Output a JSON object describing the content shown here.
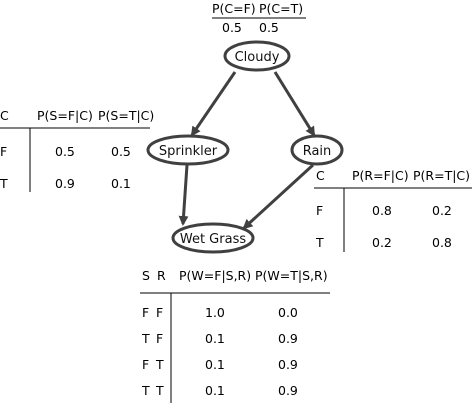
{
  "nodes": {
    "cloudy": "Cloudy",
    "sprinkler": "Sprinkler",
    "rain": "Rain",
    "wetgrass": "Wet Grass"
  },
  "cpt_cloudy": {
    "headers": [
      "P(C=F)",
      "P(C=T)"
    ],
    "values": [
      "0.5",
      "0.5"
    ]
  },
  "cpt_sprinkler": {
    "headers": [
      "C",
      "P(S=F|C)",
      "P(S=T|C)"
    ],
    "rows": [
      [
        "F",
        "0.5",
        "0.5"
      ],
      [
        "T",
        "0.9",
        "0.1"
      ]
    ]
  },
  "cpt_rain": {
    "headers": [
      "C",
      "P(R=F|C)",
      "P(R=T|C)"
    ],
    "rows": [
      [
        "F",
        "0.8",
        "0.2"
      ],
      [
        "T",
        "0.2",
        "0.8"
      ]
    ]
  },
  "cpt_wetgrass": {
    "headers": [
      "S",
      "R",
      "P(W=F|S,R)",
      "P(W=T|S,R)"
    ],
    "rows": [
      [
        "F",
        "F",
        "1.0",
        "0.0"
      ],
      [
        "T",
        "F",
        "0.1",
        "0.9"
      ],
      [
        "F",
        "T",
        "0.1",
        "0.9"
      ],
      [
        "T",
        "T",
        "0.1",
        "0.9"
      ]
    ]
  },
  "colors": {
    "stroke": "#404040",
    "text": "#000000"
  }
}
